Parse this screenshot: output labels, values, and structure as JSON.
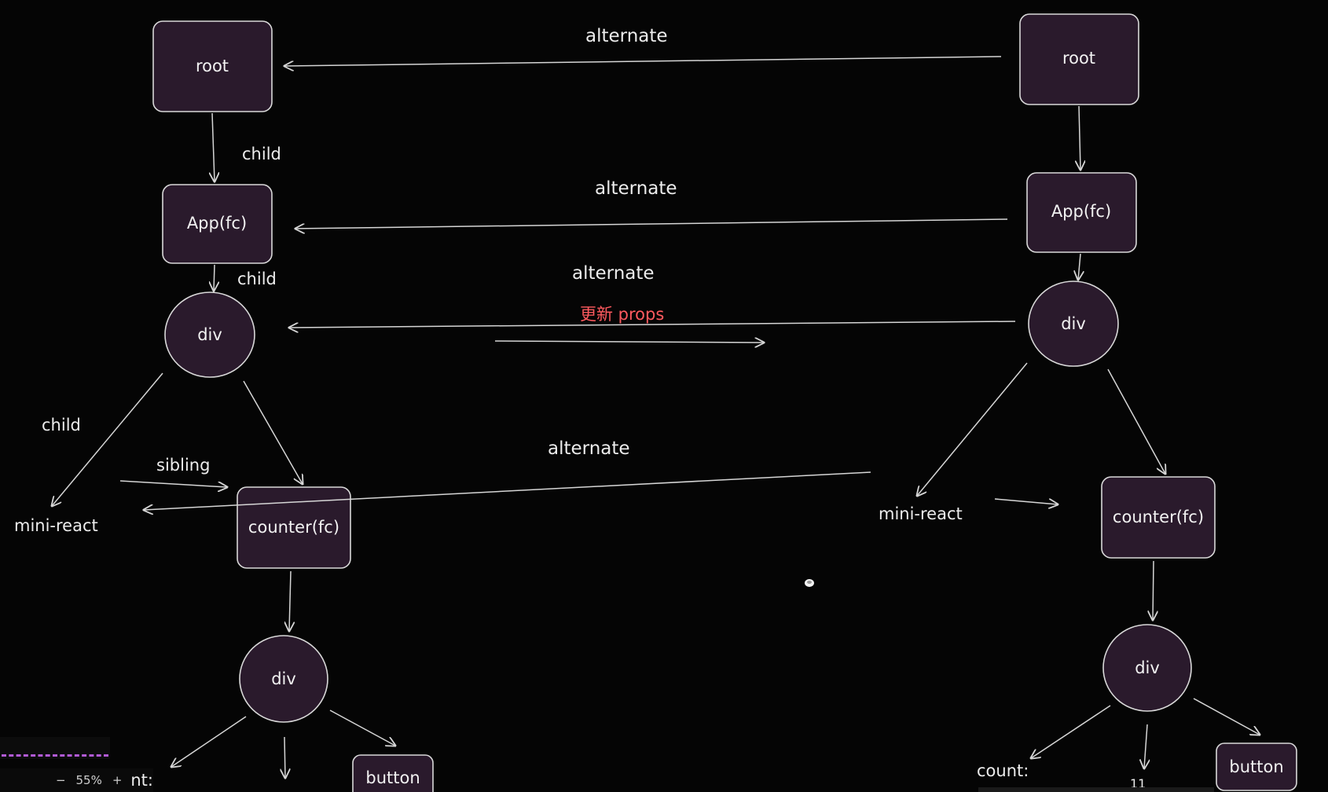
{
  "left_tree": {
    "root": "root",
    "app": "App(fc)",
    "div": "div",
    "mini_react": "mini-react",
    "counter": "counter(fc)",
    "div2": "div",
    "button": "button",
    "count_partial": "nt:",
    "child_label_1": "child",
    "child_label_2": "child",
    "child_label_3": "child",
    "sibling_label": "sibling"
  },
  "right_tree": {
    "root": "root",
    "app": "App(fc)",
    "div": "div",
    "mini_react": "mini-react",
    "counter": "counter(fc)",
    "div2": "div",
    "button": "button",
    "count_label": "count:",
    "count_value": "11"
  },
  "alternate_labels": [
    "alternate",
    "alternate",
    "alternate",
    "alternate"
  ],
  "update_props_label": "更新 props",
  "zoom": {
    "minus": "−",
    "value": "55%",
    "plus": "+"
  },
  "colors": {
    "background": "#050505",
    "node_fill": "#2a1a2c",
    "stroke": "#d6d6d6",
    "highlight": "#ff5a5f"
  }
}
